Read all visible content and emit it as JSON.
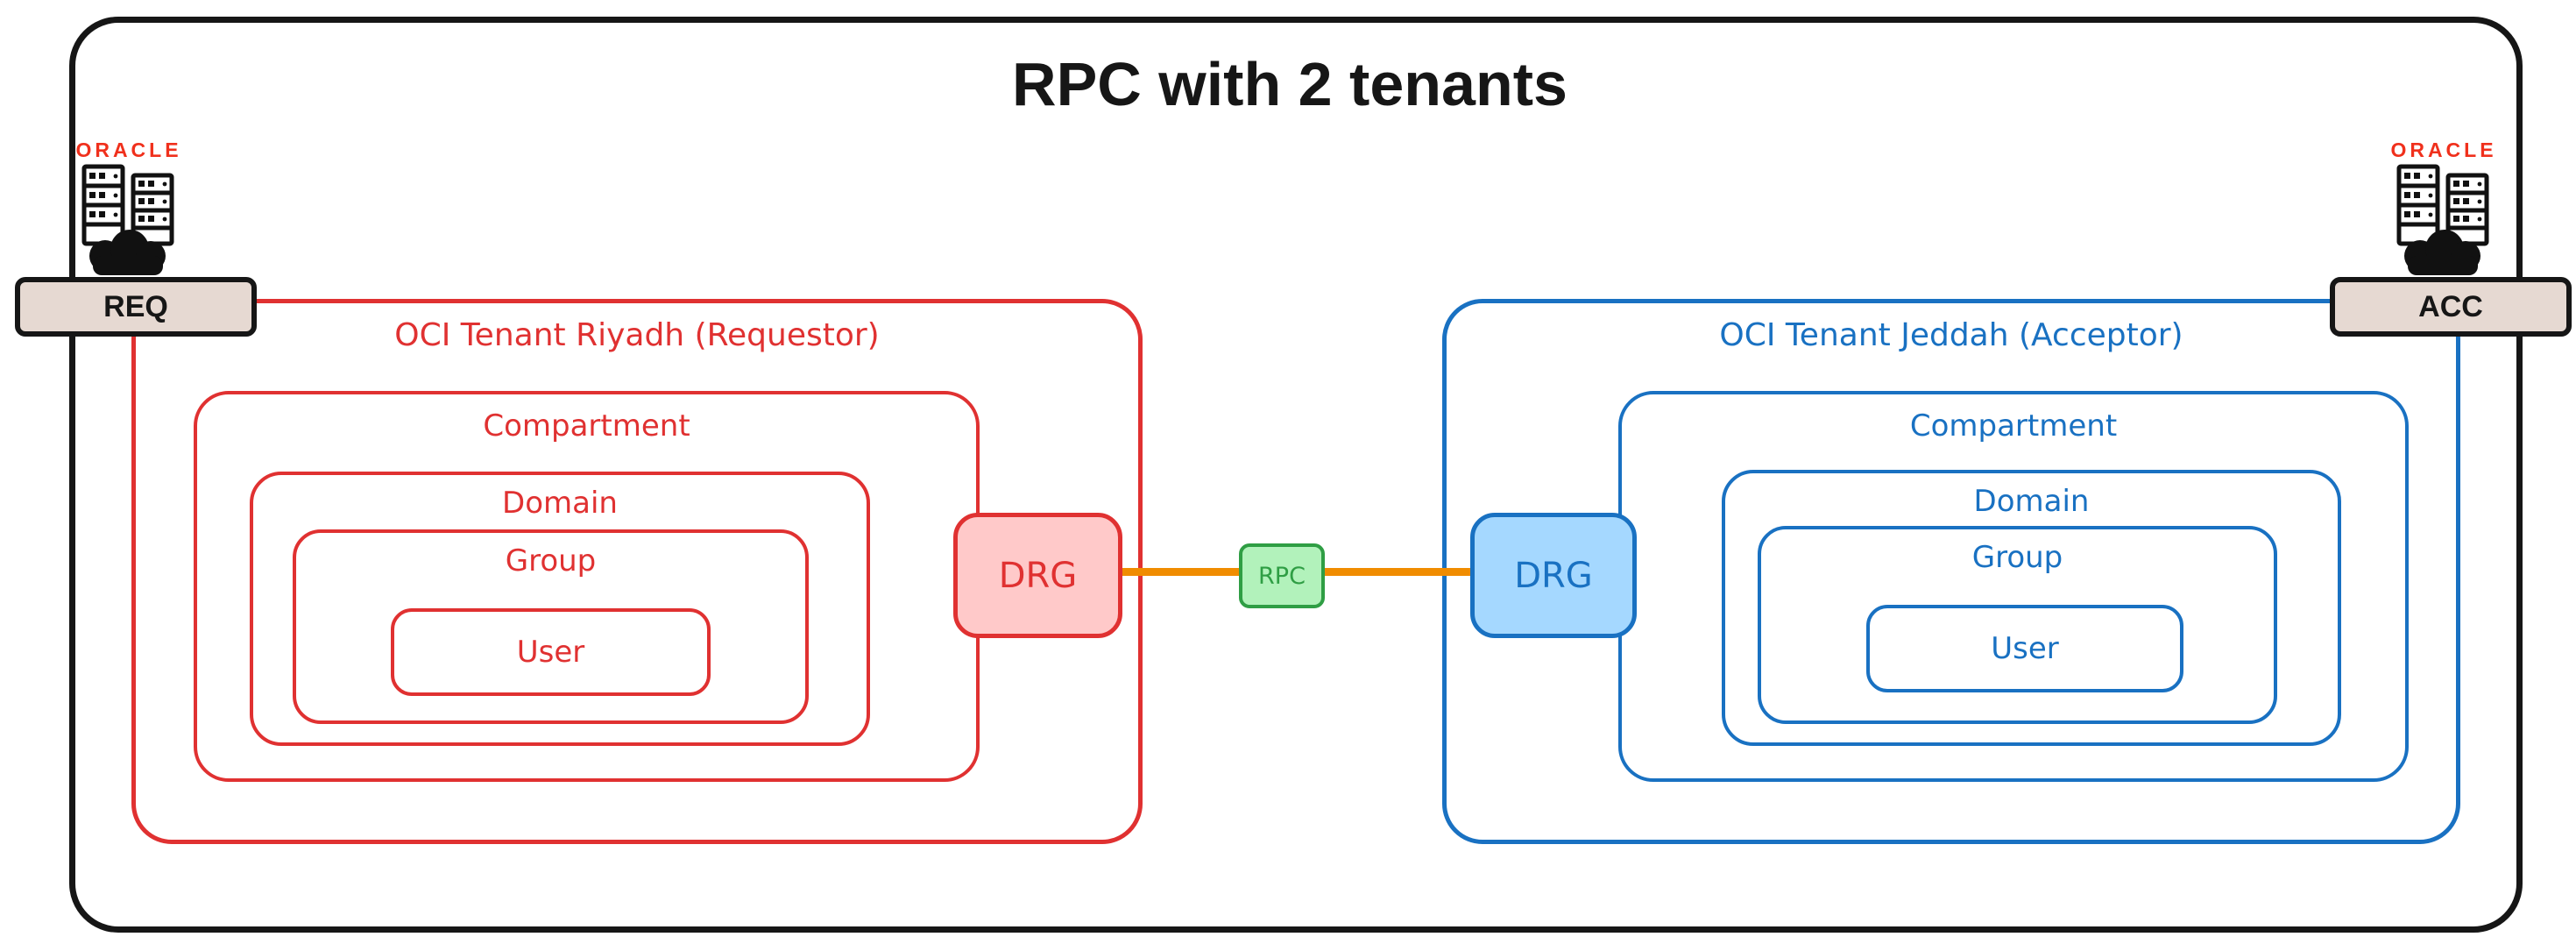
{
  "title": "RPC with 2 tenants",
  "corners": {
    "left": {
      "brand": "ORACLE",
      "badge": "REQ"
    },
    "right": {
      "brand": "ORACLE",
      "badge": "ACC"
    }
  },
  "tenants": {
    "left": {
      "title": "OCI Tenant Riyadh (Requestor)",
      "compartment_label": "Compartment",
      "domain_label": "Domain",
      "group_label": "Group",
      "user_label": "User",
      "drg_label": "DRG",
      "accent_color": "#e03131",
      "drg_fill": "#ffc9c9"
    },
    "right": {
      "title": "OCI Tenant Jeddah (Acceptor)",
      "compartment_label": "Compartment",
      "domain_label": "Domain",
      "group_label": "Group",
      "user_label": "User",
      "drg_label": "DRG",
      "accent_color": "#1971c2",
      "drg_fill": "#a5d8ff"
    }
  },
  "connection": {
    "label": "RPC",
    "line_color": "#f08c00",
    "box_fill": "#b2f2bb",
    "box_color": "#2f9e44"
  }
}
